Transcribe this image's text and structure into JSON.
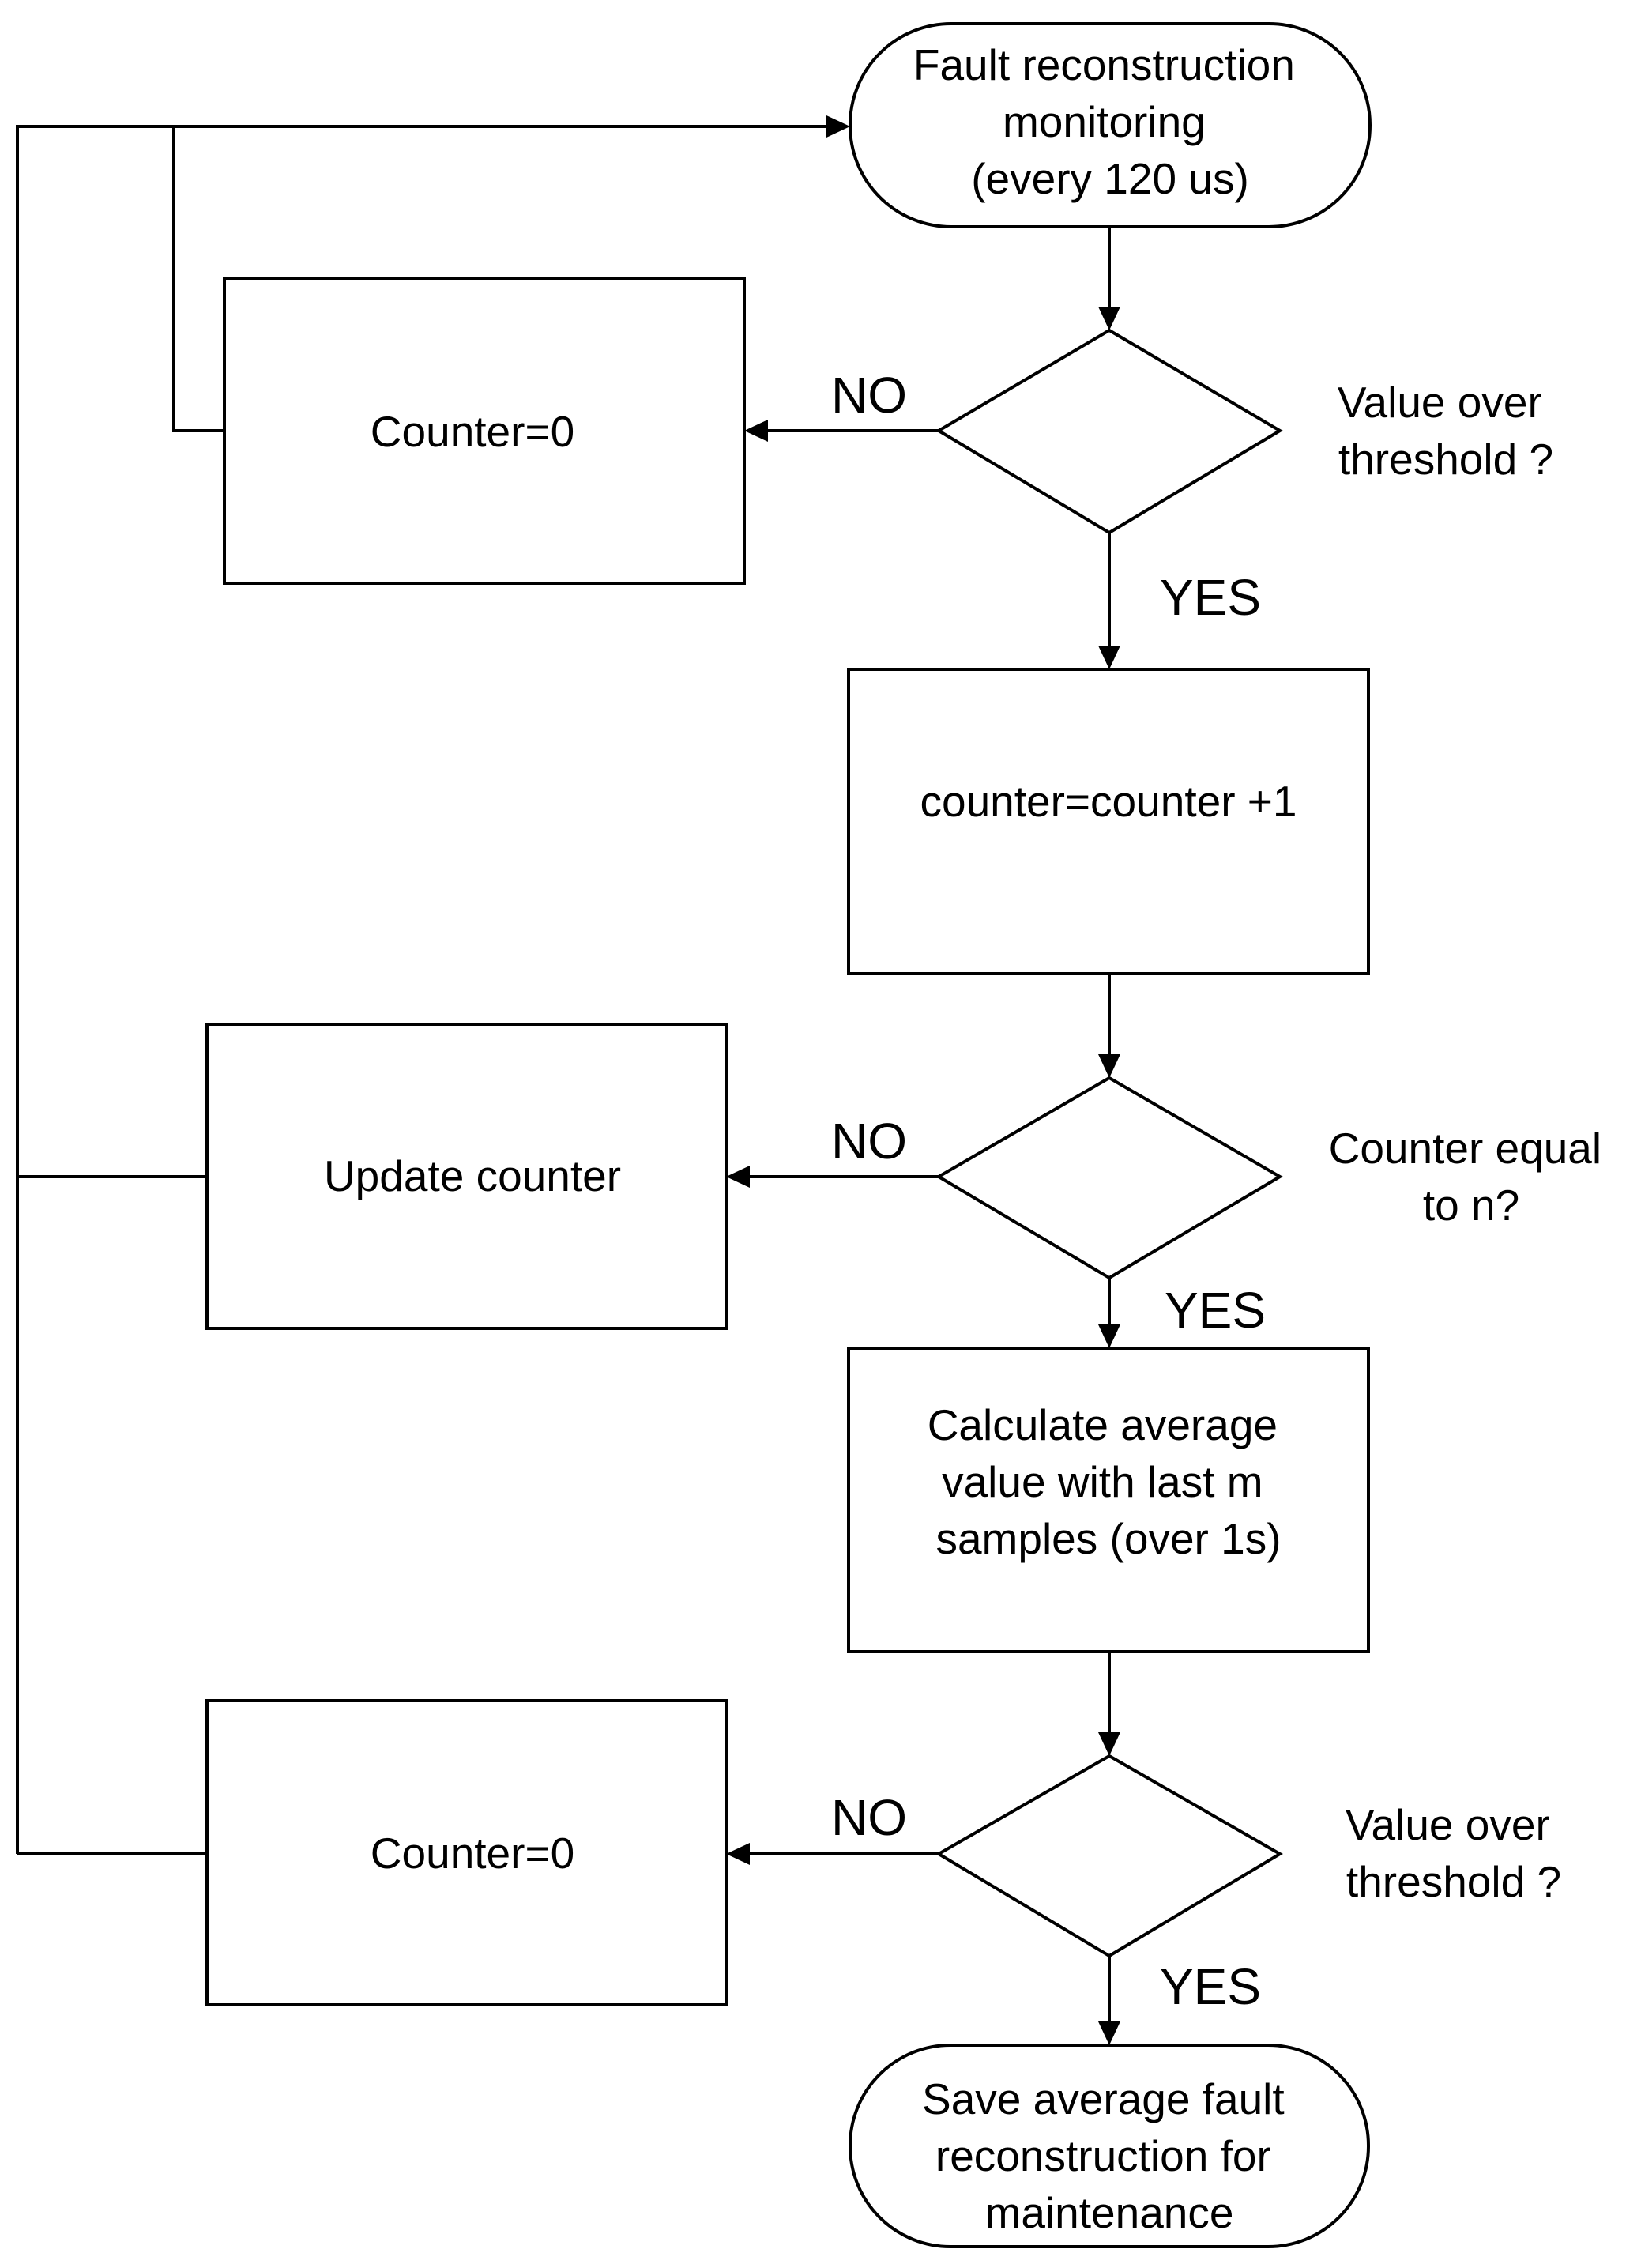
{
  "nodes": {
    "start": {
      "lines": [
        "Fault reconstruction",
        "monitoring",
        "(every 120 us)"
      ]
    },
    "reset_counter_1": {
      "lines": [
        "Counter=0"
      ]
    },
    "decision_threshold_1": {
      "lines": [],
      "question": [
        "Value over",
        "threshold ?"
      ]
    },
    "increment_counter": {
      "lines": [
        "counter=counter +1"
      ]
    },
    "update_counter": {
      "lines": [
        "Update counter"
      ]
    },
    "decision_counter_n": {
      "lines": [],
      "question": [
        "Counter equal",
        "to n?"
      ]
    },
    "calculate_average": {
      "lines": [
        "Calculate average",
        "value with last m",
        "samples (over 1s)"
      ]
    },
    "reset_counter_2": {
      "lines": [
        "Counter=0"
      ]
    },
    "decision_threshold_2": {
      "lines": [],
      "question": [
        "Value over",
        "threshold ?"
      ]
    },
    "end": {
      "lines": [
        "Save average fault",
        "reconstruction for",
        "maintenance"
      ]
    }
  },
  "edge_labels": {
    "no_1": "NO",
    "yes_1": "YES",
    "no_2": "NO",
    "yes_2": "YES",
    "no_3": "NO",
    "yes_3": "YES"
  }
}
